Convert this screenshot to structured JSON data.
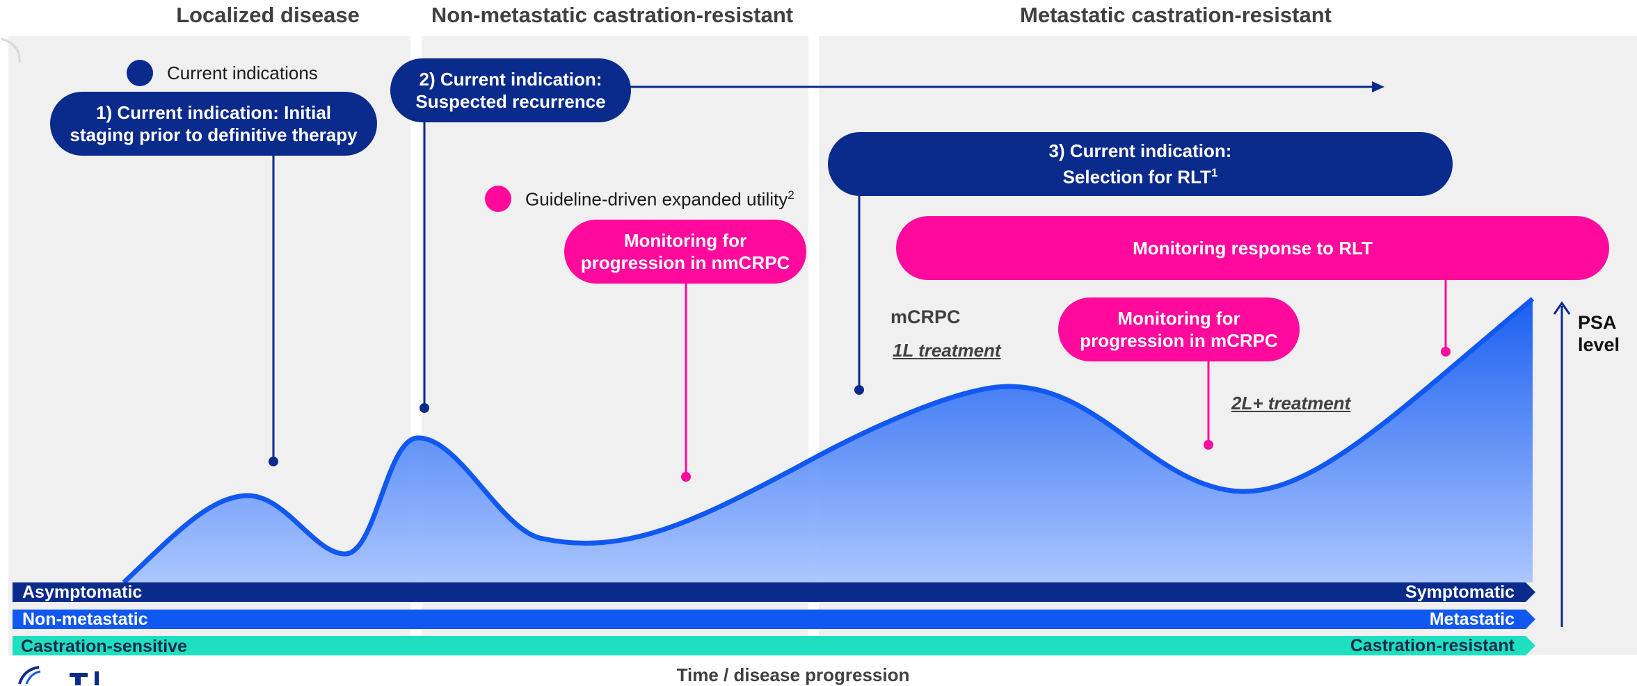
{
  "headers": {
    "localized": "Localized disease",
    "nonmetastatic": "Non-metastatic castration-resistant",
    "metastatic": "Metastatic castration-resistant"
  },
  "legend": {
    "current": "Current indications",
    "guideline": "Guideline-driven expanded utility",
    "guideline_sup": "2"
  },
  "pills": {
    "indication1": "1) Current indication: Initial\nstaging prior to definitive therapy",
    "indication2": "2) Current indication:\nSuspected recurrence",
    "indication3": "3) Current indication:\nSelection for RLT",
    "indication3_sup": "1",
    "monitor_nmcrpc": "Monitoring for\nprogression in nmCRPC",
    "monitor_rlt": "Monitoring response to RLT",
    "monitor_mcrpc": "Monitoring for\nprogression in mCRPC"
  },
  "labels": {
    "mcrpc": "mCRPC",
    "treatment_1l": "1L treatment",
    "treatment_2l": "2L+ treatment",
    "psa": "PSA\nlevel",
    "x_axis": "Time / disease progression"
  },
  "bars": [
    {
      "left": "Asymptomatic",
      "right": "Symptomatic",
      "color": "#0a2a8c",
      "text_color": "#ffffff"
    },
    {
      "left": "Non-metastatic",
      "right": "Metastatic",
      "color": "#1058f0",
      "text_color": "#ffffff"
    },
    {
      "left": "Castration-sensitive",
      "right": "Castration-resistant",
      "color": "#1ee0c0",
      "text_color": "#1a2a4a"
    }
  ],
  "colors": {
    "navy": "#0a2a8c",
    "pink": "#ff0a9c",
    "blue": "#1058f0",
    "teal": "#1ee0c0",
    "panel": "#f0f0f0"
  }
}
